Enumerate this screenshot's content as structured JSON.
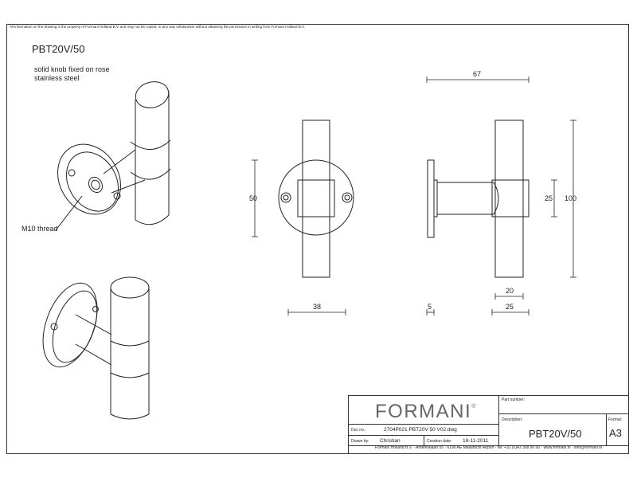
{
  "disclaimer": "All information on the drawing is the property of Formani Holland B.V. and may not be copied, in any way whatsoever without obtaining the permission in writing from Formani Holland B.V.",
  "title": "PBT20V/50",
  "subtitle_lines": [
    "solid knob fixed on rose",
    "stainless steel"
  ],
  "callout": "M10 thread",
  "dimensions": {
    "width_total": "67",
    "rose_height": "50",
    "collar_height": "25",
    "knob_length": "100",
    "rose_width": "38",
    "rose_thickness": "5",
    "collar_inner": "20",
    "collar_width": "25"
  },
  "title_block": {
    "brand": "FORMANI",
    "brand_mark": "®",
    "part_number_label": "Part number:",
    "description_label": "Description:",
    "description_value": "PBT20V/50",
    "format_label": "Format:",
    "format_value": "A3",
    "doc_no_label": "Doc no.:",
    "doc_no_value": "2704P021 PBT20V 50 V02.dwg",
    "drawn_by_label": "Drawn by:",
    "drawn_by_value": "Christian",
    "creation_date_label": "Creation date:",
    "creation_date_value": "18-11-2011",
    "footer": "Formani Holland B.V. · Amerikalaan 55 · 6199 AE Maastricht Airport · tel: +31 (0)43 308 90 00 · www.formani.nl · info@formani.nl"
  }
}
